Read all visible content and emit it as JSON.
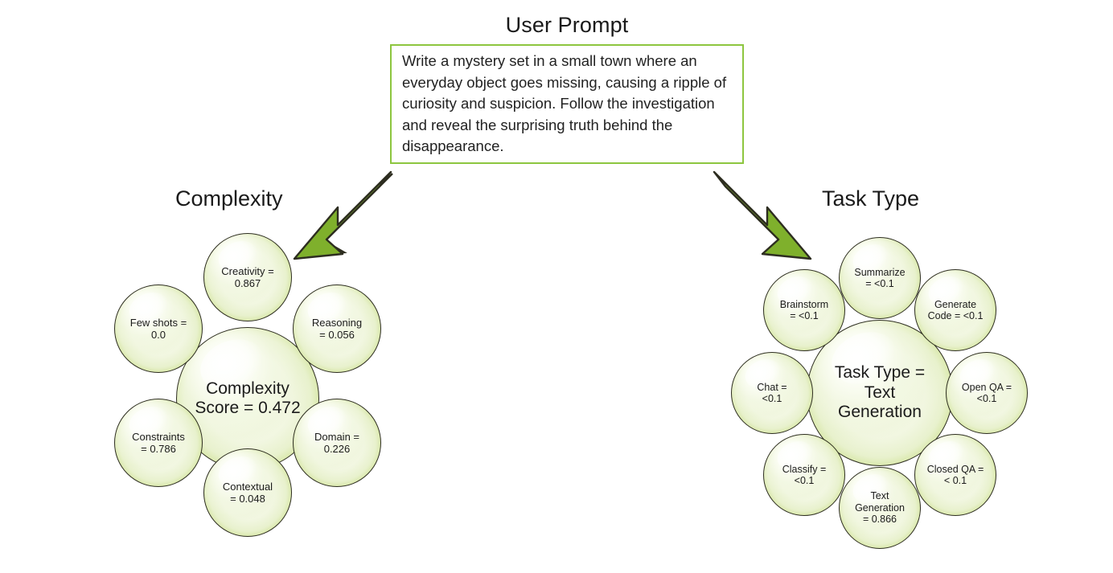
{
  "prompt": {
    "title": "User Prompt",
    "text": "Write a mystery set in a small town where an everyday object goes missing, causing a ripple of curiosity and suspicion. Follow the investigation and reveal the surprising truth behind the disappearance."
  },
  "colors": {
    "accent_green": "#8dc63f",
    "arrow_green": "#7fb02c",
    "arrow_outline": "#2d2d20",
    "bubble_rim": "#9cc241",
    "bubble_fill": "#f3f8e4",
    "text": "#1b1b1b"
  },
  "clusters": [
    {
      "heading": "Complexity",
      "center": {
        "label": "Complexity Score = 0.472",
        "metric": "Complexity Score",
        "value": 0.472
      },
      "satellites": [
        {
          "label": "Creativity = 0.867",
          "metric": "Creativity",
          "value": 0.867,
          "angle_deg": -90
        },
        {
          "label": "Reasoning = 0.056",
          "metric": "Reasoning",
          "value": 0.056,
          "angle_deg": -30
        },
        {
          "label": "Domain = 0.226",
          "metric": "Domain",
          "value": 0.226,
          "angle_deg": 30
        },
        {
          "label": "Contextual = 0.048",
          "metric": "Contextual",
          "value": 0.048,
          "angle_deg": 90
        },
        {
          "label": "Constraints = 0.786",
          "metric": "Constraints",
          "value": 0.786,
          "angle_deg": 150
        },
        {
          "label": "Few shots = 0.0",
          "metric": "Few shots",
          "value": 0.0,
          "angle_deg": -150
        }
      ]
    },
    {
      "heading": "Task Type",
      "center": {
        "label": "Task Type = Text Generation",
        "metric": "Task Type",
        "value": "Text Generation"
      },
      "satellites": [
        {
          "label": "Summarize = <0.1",
          "metric": "Summarize",
          "value": "<0.1",
          "angle_deg": -90
        },
        {
          "label": "Generate Code = <0.1",
          "metric": "Generate Code",
          "value": "<0.1",
          "angle_deg": -45
        },
        {
          "label": "Open QA = <0.1",
          "metric": "Open QA",
          "value": "<0.1",
          "angle_deg": 0
        },
        {
          "label": "Closed QA = < 0.1",
          "metric": "Closed QA",
          "value": "< 0.1",
          "angle_deg": 45
        },
        {
          "label": "Text Generation = 0.866",
          "metric": "Text Generation",
          "value": 0.866,
          "angle_deg": 90
        },
        {
          "label": "Classify = <0.1",
          "metric": "Classify",
          "value": "<0.1",
          "angle_deg": 135
        },
        {
          "label": "Chat = <0.1",
          "metric": "Chat",
          "value": "<0.1",
          "angle_deg": 180
        },
        {
          "label": "Brainstorm = <0.1",
          "metric": "Brainstorm",
          "value": "<0.1",
          "angle_deg": -135
        }
      ]
    }
  ],
  "bubble_text": {
    "complexity": {
      "center_line1": "Complexity",
      "center_line2": "Score = 0.472",
      "creativity_line1": "Creativity =",
      "creativity_line2": "0.867",
      "reasoning_line1": "Reasoning",
      "reasoning_line2": "= 0.056",
      "domain_line1": "Domain =",
      "domain_line2": "0.226",
      "contextual_line1": "Contextual",
      "contextual_line2": "= 0.048",
      "constraints_line1": "Constraints",
      "constraints_line2": "= 0.786",
      "fewshots_line1": "Few shots =",
      "fewshots_line2": "0.0"
    },
    "tasktype": {
      "center_line1": "Task Type =",
      "center_line2": "Text",
      "center_line3": "Generation",
      "summarize_line1": "Summarize",
      "summarize_line2": "= <0.1",
      "gencode_line1": "Generate",
      "gencode_line2": "Code = <0.1",
      "openqa_line1": "Open QA =",
      "openqa_line2": "<0.1",
      "closedqa_line1": "Closed QA =",
      "closedqa_line2": "< 0.1",
      "textgen_line1": "Text",
      "textgen_line2": "Generation",
      "textgen_line3": "= 0.866",
      "classify_line1": "Classify =",
      "classify_line2": "<0.1",
      "chat_line1": "Chat =",
      "chat_line2": "<0.1",
      "brainstorm_line1": "Brainstorm",
      "brainstorm_line2": "= <0.1"
    }
  }
}
